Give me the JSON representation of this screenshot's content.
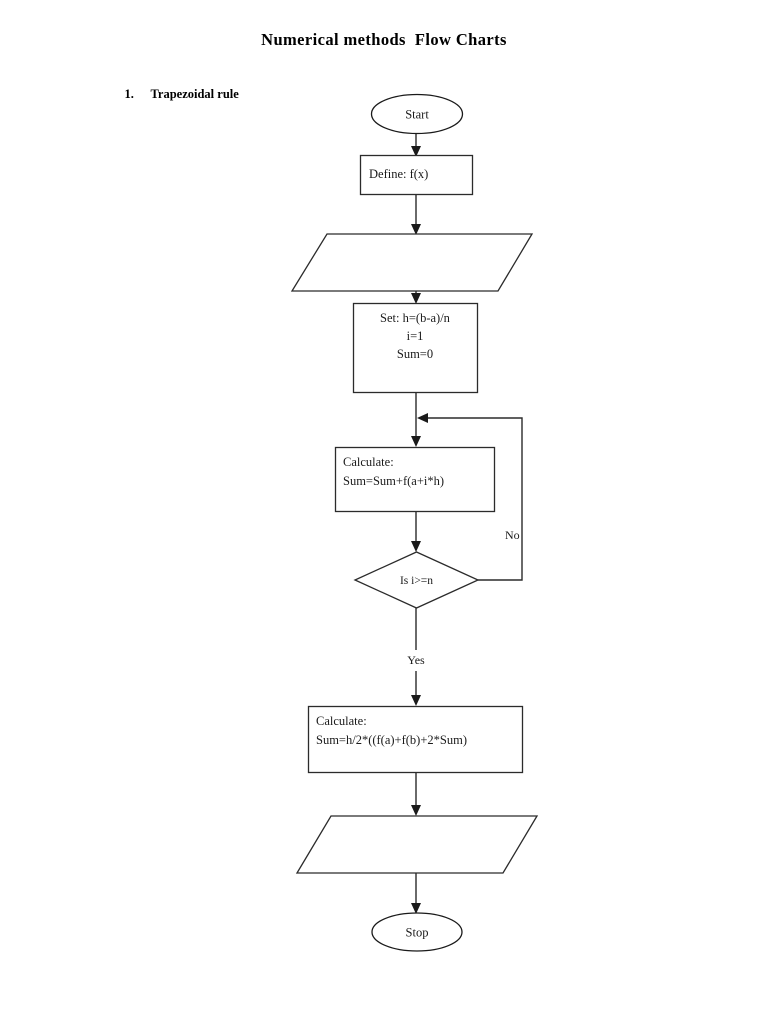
{
  "document": {
    "title": "Numerical methods  Flow Charts",
    "section_number": "1.",
    "section_title": "Trapezoidal rule",
    "background_color": "#ffffff",
    "ink_color": "#1a1a1a"
  },
  "chart_data": {
    "type": "diagram",
    "title": "Numerical methods  Flow Charts",
    "subtitle": "1.  Trapezoidal rule",
    "diagram_kind": "flowchart",
    "nodes": [
      {
        "id": "start",
        "shape": "ellipse",
        "label": "Start",
        "lines": [
          "Start"
        ]
      },
      {
        "id": "define",
        "shape": "process",
        "label": "Define: f(x)",
        "lines": [
          "Define: f(x)"
        ]
      },
      {
        "id": "input",
        "shape": "parallelogram",
        "label": "",
        "lines": []
      },
      {
        "id": "set",
        "shape": "process",
        "label": "Set: h=(b-a)/n i=1 Sum=0",
        "lines": [
          "Set: h=(b-a)/n",
          "i=1",
          "Sum=0"
        ]
      },
      {
        "id": "accumulate",
        "shape": "process",
        "label": "Calculate: Sum=Sum+f(a+i*h)",
        "lines": [
          "Calculate:",
          "Sum=Sum+f(a+i*h)"
        ]
      },
      {
        "id": "decision",
        "shape": "diamond",
        "label": "Is i>=n",
        "lines": [
          "Is i>=n"
        ]
      },
      {
        "id": "final_calc",
        "shape": "process",
        "label": "Calculate: Sum=h/2*((f(a)+f(b)+2*Sum)",
        "lines": [
          "Calculate:",
          "Sum=h/2*((f(a)+f(b)+2*Sum)"
        ]
      },
      {
        "id": "output",
        "shape": "parallelogram",
        "label": "",
        "lines": []
      },
      {
        "id": "stop",
        "shape": "ellipse",
        "label": "Stop",
        "lines": [
          "Stop"
        ]
      }
    ],
    "edges": [
      {
        "from": "start",
        "to": "define",
        "label": ""
      },
      {
        "from": "define",
        "to": "input",
        "label": ""
      },
      {
        "from": "input",
        "to": "set",
        "label": ""
      },
      {
        "from": "set",
        "to": "accumulate",
        "label": ""
      },
      {
        "from": "accumulate",
        "to": "decision",
        "label": ""
      },
      {
        "from": "decision",
        "to": "accumulate",
        "label": "No"
      },
      {
        "from": "decision",
        "to": "final_calc",
        "label": "Yes"
      },
      {
        "from": "final_calc",
        "to": "output",
        "label": ""
      },
      {
        "from": "output",
        "to": "stop",
        "label": ""
      }
    ],
    "edge_labels": {
      "no": "No",
      "yes": "Yes"
    }
  },
  "flow": {
    "start": {
      "text": "Start"
    },
    "define": {
      "text": "Define: f(x)"
    },
    "input": {
      "text": ""
    },
    "set": {
      "line1": "Set: h=(b-a)/n",
      "line2": "i=1",
      "line3": "Sum=0"
    },
    "accumulate": {
      "line1": "Calculate:",
      "line2": "Sum=Sum+f(a+i*h)"
    },
    "decision": {
      "text": "Is i>=n"
    },
    "final_calc": {
      "line1": "Calculate:",
      "line2": "Sum=h/2*((f(a)+f(b)+2*Sum)"
    },
    "output": {
      "text": ""
    },
    "stop": {
      "text": "Stop"
    },
    "label_no": "No",
    "label_yes": "Yes"
  }
}
